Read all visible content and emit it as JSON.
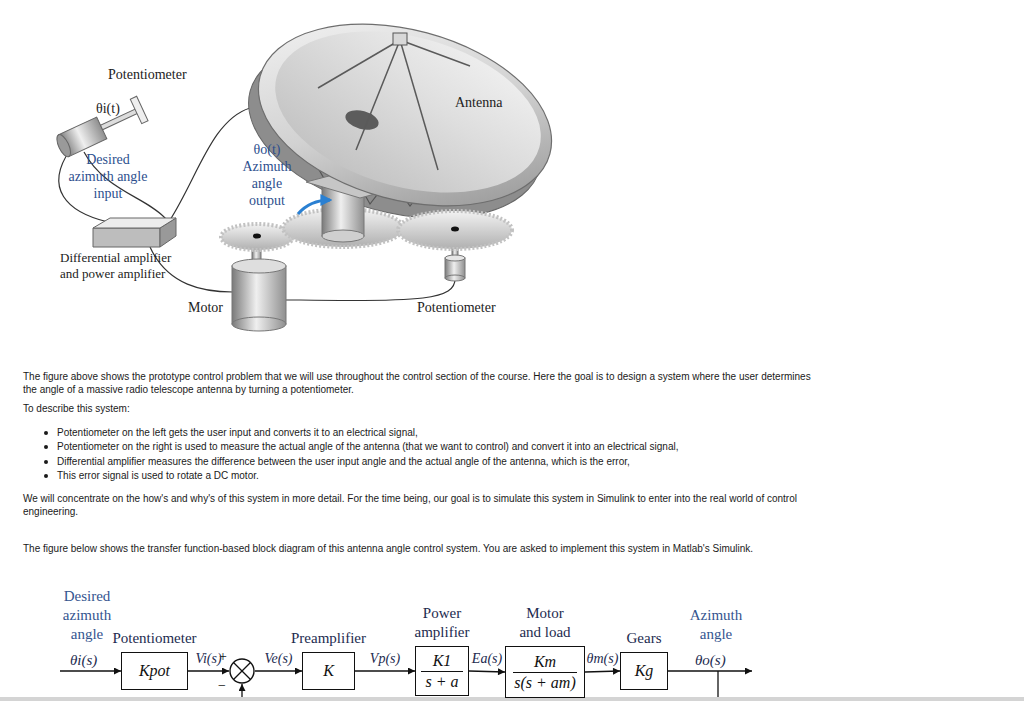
{
  "diagram": {
    "nodes": [
      {
        "text": [
          "Potentiometer",
          "Kpot"
        ]
      },
      {
        "text": [
          "+",
          "−"
        ]
      },
      {
        "text": [
          "Preamplifier",
          "K"
        ]
      },
      {
        "text": [
          "Power amplifier",
          "K1",
          "s + a"
        ]
      },
      {
        "text": [
          "Motor and load",
          "Km",
          "s(s + am)"
        ]
      },
      {
        "text": [
          "Gears",
          "Kg"
        ]
      }
    ],
    "edges": [
      {
        "from": 0,
        "to": 1,
        "label": "Vi(s)",
        "arrow": "to"
      },
      {
        "from": 1,
        "to": 2,
        "label": "Ve(s)",
        "arrow": "to"
      },
      {
        "from": 2,
        "to": 3,
        "label": "Vp(s)",
        "arrow": "to"
      },
      {
        "from": 3,
        "to": 4,
        "label": "Ea(s)",
        "arrow": "to"
      },
      {
        "from": 4,
        "to": 5,
        "label": "θm(s)",
        "arrow": "to"
      }
    ],
    "labels": [
      "Potentiometer",
      "θi(t)",
      "Desired azimuth angle input",
      "θo(t)",
      "Azimuth angle output",
      "Antenna",
      "Differential amplifier and power amplifier",
      "Motor",
      "Potentiometer",
      "The figure above shows the prototype control problem that we will use throughout the control section of the course. Here the goal is to design a system where the user determines the angle of a massive radio telescope antenna by turning a potentiometer.",
      "To describe this system:",
      "Potentiometer on the left gets the user input and converts it to an electrical signal,",
      "Potentiometer on the right is used to measure the actual angle of the antenna (that we want to control) and convert it into an electrical signal,",
      "Differential amplifier measures the difference between the user input angle and the actual angle of the antenna, which is the error,",
      "This error signal is used to rotate a DC motor.",
      "We will concentrate on the how's and why's of this system in more detail. For the time being, our goal is to simulate this system in Simulink to enter into the real world of control engineering.",
      "The figure below shows the transfer function-based block diagram of this antenna angle control system. You are asked to implement this system in Matlab's Simulink.",
      "Desired azimuth angle",
      "θi(s)",
      "Azimuth angle",
      "θo(s)"
    ]
  }
}
